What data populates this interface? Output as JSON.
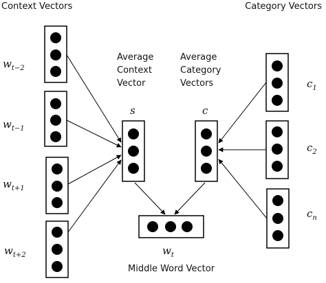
{
  "headers": {
    "context": "Context Vectors",
    "category": "Category Vectors"
  },
  "averages": {
    "context_lines": [
      "Average",
      "Context",
      "Vector"
    ],
    "category_lines": [
      "Average",
      "Category",
      "Vectors"
    ],
    "context_symbol": "s",
    "category_symbol": "c"
  },
  "context_words": [
    {
      "base": "w",
      "sub": "t−2"
    },
    {
      "base": "w",
      "sub": "t−1"
    },
    {
      "base": "w",
      "sub": "t+1"
    },
    {
      "base": "w",
      "sub": "t+2"
    }
  ],
  "categories": [
    {
      "base": "c",
      "sub": "1"
    },
    {
      "base": "c",
      "sub": "2"
    },
    {
      "base": "c",
      "sub": "n"
    }
  ],
  "middle": {
    "symbol_base": "w",
    "symbol_sub": "t",
    "caption": "Middle Word Vector"
  }
}
